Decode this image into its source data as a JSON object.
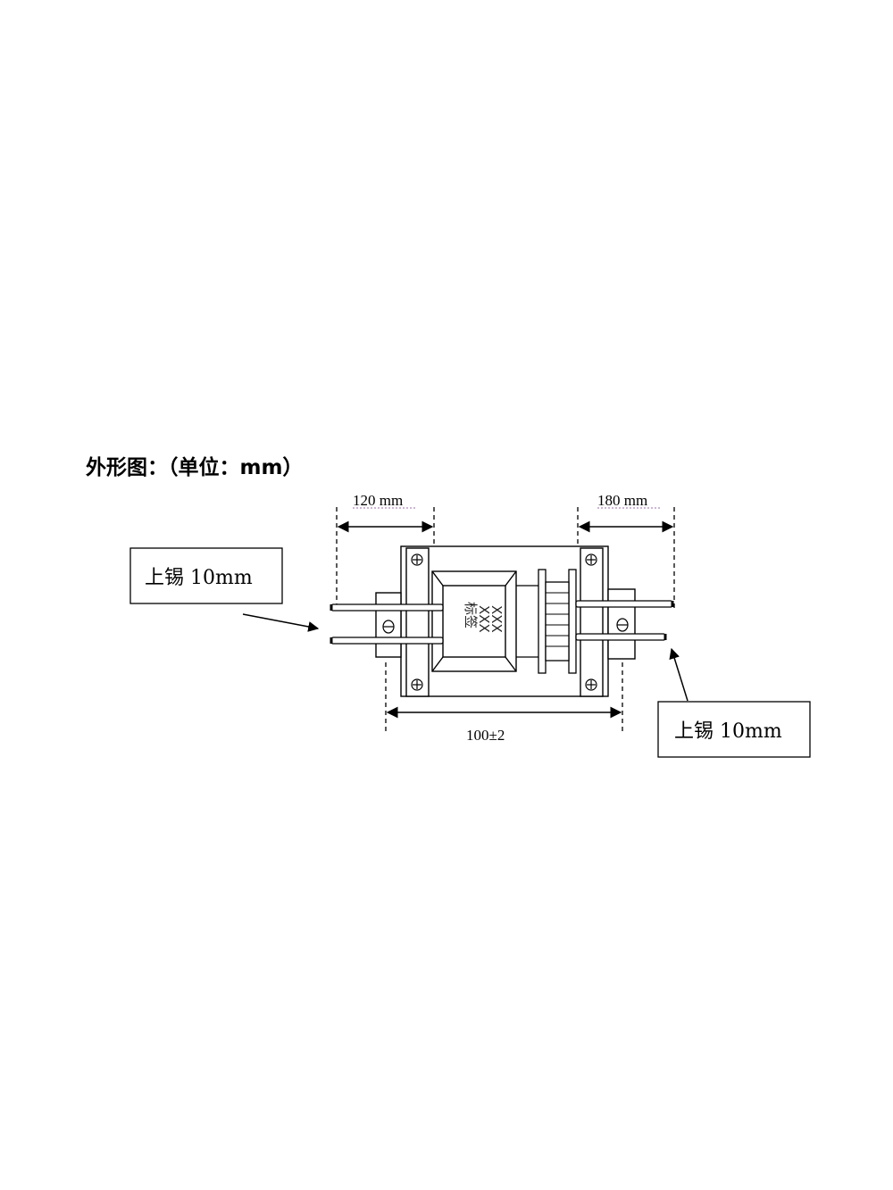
{
  "title": "外形图：（单位：mm）",
  "dimensions": {
    "left_lead": "120 mm",
    "right_lead": "180 mm",
    "body_width": "100±2"
  },
  "callouts": {
    "left": "上锡 10mm",
    "right": "上锡 10mm"
  },
  "label": {
    "line1": "标签",
    "line2": "XXX",
    "line3": "XXX"
  }
}
